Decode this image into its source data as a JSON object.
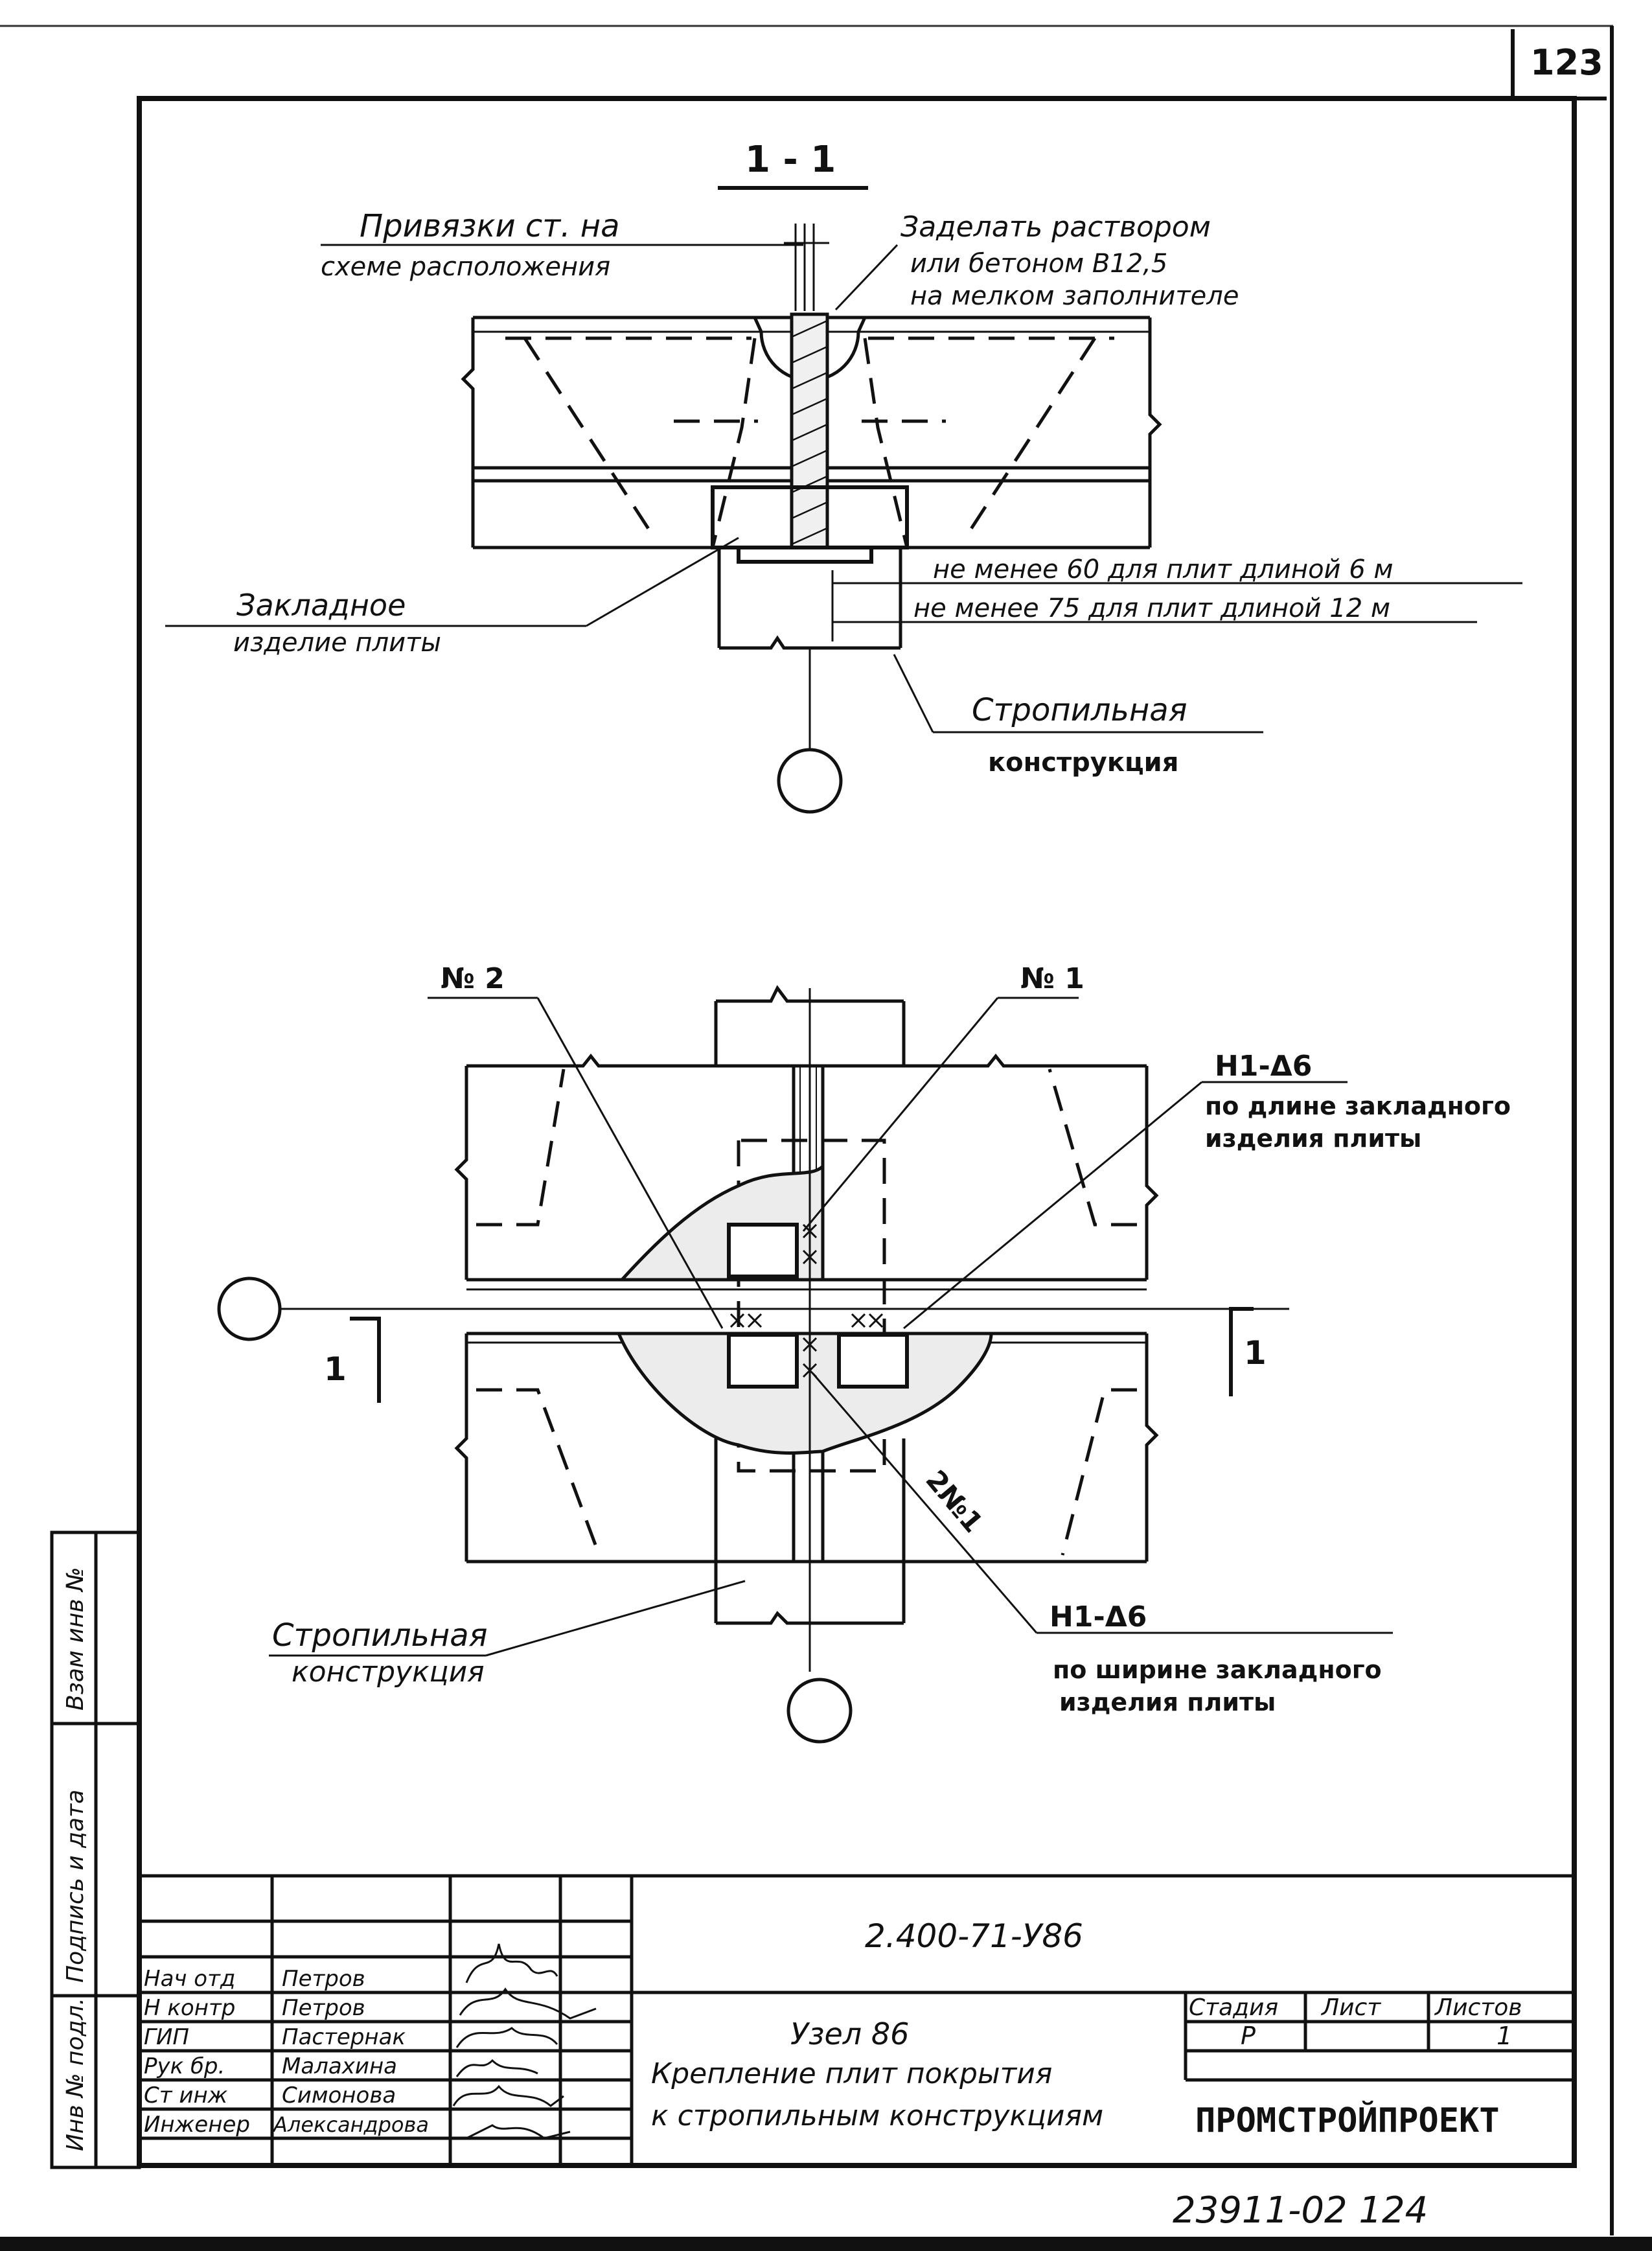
{
  "page_number": "123",
  "section": {
    "label": "1 - 1",
    "callout_ref": "Привязки ст. на",
    "callout_ref_2": "схеме расположения",
    "callout_fill_1": "Заделать раствором",
    "callout_fill_2": "или бетоном В12,5",
    "callout_fill_3": "на мелком заполнителе",
    "callout_embed_1": "Закладное",
    "callout_embed_2": "изделие плиты",
    "dim_60": "не менее 60 для плит длиной 6 м",
    "dim_75": "не менее 75 для плит длиной 12 м",
    "callout_rafter_1": "Стропильная",
    "callout_rafter_2": "конструкция"
  },
  "plan": {
    "label_no2": "№ 2",
    "label_no1": "№ 1",
    "weld_top_1": "Н1-Δ6",
    "weld_top_2": "по длине закладного",
    "weld_top_3": "изделия плиты",
    "cut_left": "1",
    "cut_right": "1",
    "label_2no1": "2№1",
    "weld_bottom_1": "Н1-Δ6",
    "weld_bottom_2": "по ширине закладного",
    "weld_bottom_3": "изделия плиты",
    "callout_rafter_1": "Стропильная",
    "callout_rafter_2": "конструкция"
  },
  "side_stamp": {
    "cell_1": "Инв № подл.",
    "cell_2": "Подпись и дата",
    "cell_3": "Взам инв №"
  },
  "title_block": {
    "doc_code": "2.400-71-У86",
    "node_title": "Узел 86",
    "description_1": "Крепление плит покрытия",
    "description_2": "к стропильным конструкциям",
    "col_stage": "Стадия",
    "col_sheet": "Лист",
    "col_sheets": "Листов",
    "stage_value": "Р",
    "sheets_value": "1",
    "organization": "ПРОМСТРОЙПРОЕКТ",
    "staff": [
      {
        "role": "Нач отд",
        "name": "Петров"
      },
      {
        "role": "Н контр",
        "name": "Петров"
      },
      {
        "role": "ГИП",
        "name": "Пастернак"
      },
      {
        "role": "Рук бр.",
        "name": "Малахина"
      },
      {
        "role": "Ст инж",
        "name": "Симонова"
      },
      {
        "role": "Инженер",
        "name": "Александрова"
      }
    ]
  },
  "footer_code": "23911-02 124"
}
